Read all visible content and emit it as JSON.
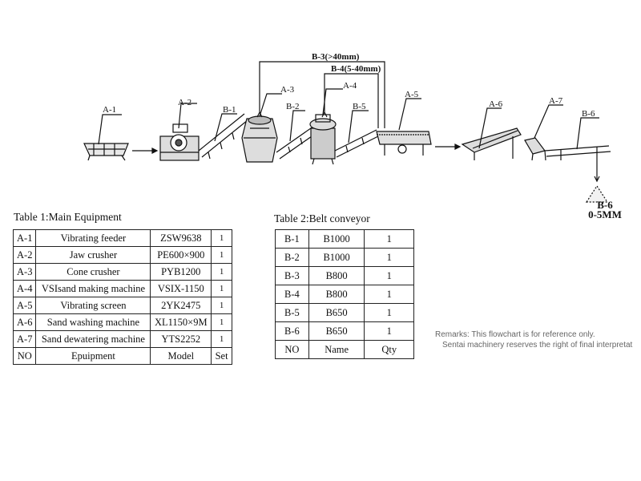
{
  "flowchart": {
    "equipment_labels": {
      "a1": "A-1",
      "a2": "A-2",
      "a3": "A-3",
      "a4": "A-4",
      "a5": "A-5",
      "a6": "A-6",
      "a7": "A-7"
    },
    "belt_labels": {
      "b1": "B-1",
      "b2": "B-2",
      "b5": "B-5",
      "b6": "B-6"
    },
    "return_loops": {
      "b3": "B-3(>40mm)",
      "b4": "B-4(5-40mm)"
    },
    "product": {
      "name": "B-6",
      "size": "0-5MM"
    }
  },
  "table1": {
    "caption": "Table 1:Main Equipment",
    "rows": [
      {
        "no": "A-1",
        "equipment": "Vibrating feeder",
        "model": "ZSW9638",
        "set": "1"
      },
      {
        "no": "A-2",
        "equipment": "Jaw crusher",
        "model": "PE600×900",
        "set": "1"
      },
      {
        "no": "A-3",
        "equipment": "Cone crusher",
        "model": "PYB1200",
        "set": "1"
      },
      {
        "no": "A-4",
        "equipment": "VSIsand making machine",
        "model": "VSIX-1150",
        "set": "1"
      },
      {
        "no": "A-5",
        "equipment": "Vibrating screen",
        "model": "2YK2475",
        "set": "1"
      },
      {
        "no": "A-6",
        "equipment": "Sand washing machine",
        "model": "XL1150×9M",
        "set": "1"
      },
      {
        "no": "A-7",
        "equipment": "Sand dewatering machine",
        "model": "YTS2252",
        "set": "1"
      }
    ],
    "header": {
      "no": "NO",
      "equipment": "Epuipment",
      "model": "Model",
      "set": "Set"
    }
  },
  "table2": {
    "caption": "Table 2:Belt conveyor",
    "rows": [
      {
        "no": "B-1",
        "name": "B1000",
        "qty": "1"
      },
      {
        "no": "B-2",
        "name": "B1000",
        "qty": "1"
      },
      {
        "no": "B-3",
        "name": "B800",
        "qty": "1"
      },
      {
        "no": "B-4",
        "name": "B800",
        "qty": "1"
      },
      {
        "no": "B-5",
        "name": "B650",
        "qty": "1"
      },
      {
        "no": "B-6",
        "name": "B650",
        "qty": "1"
      }
    ],
    "header": {
      "no": "NO",
      "name": "Name",
      "qty": "Qty"
    }
  },
  "remarks": {
    "line1": "Remarks:   This flowchart is for reference only.",
    "line2": "Sentai machinery reserves the right of final interpretat"
  }
}
